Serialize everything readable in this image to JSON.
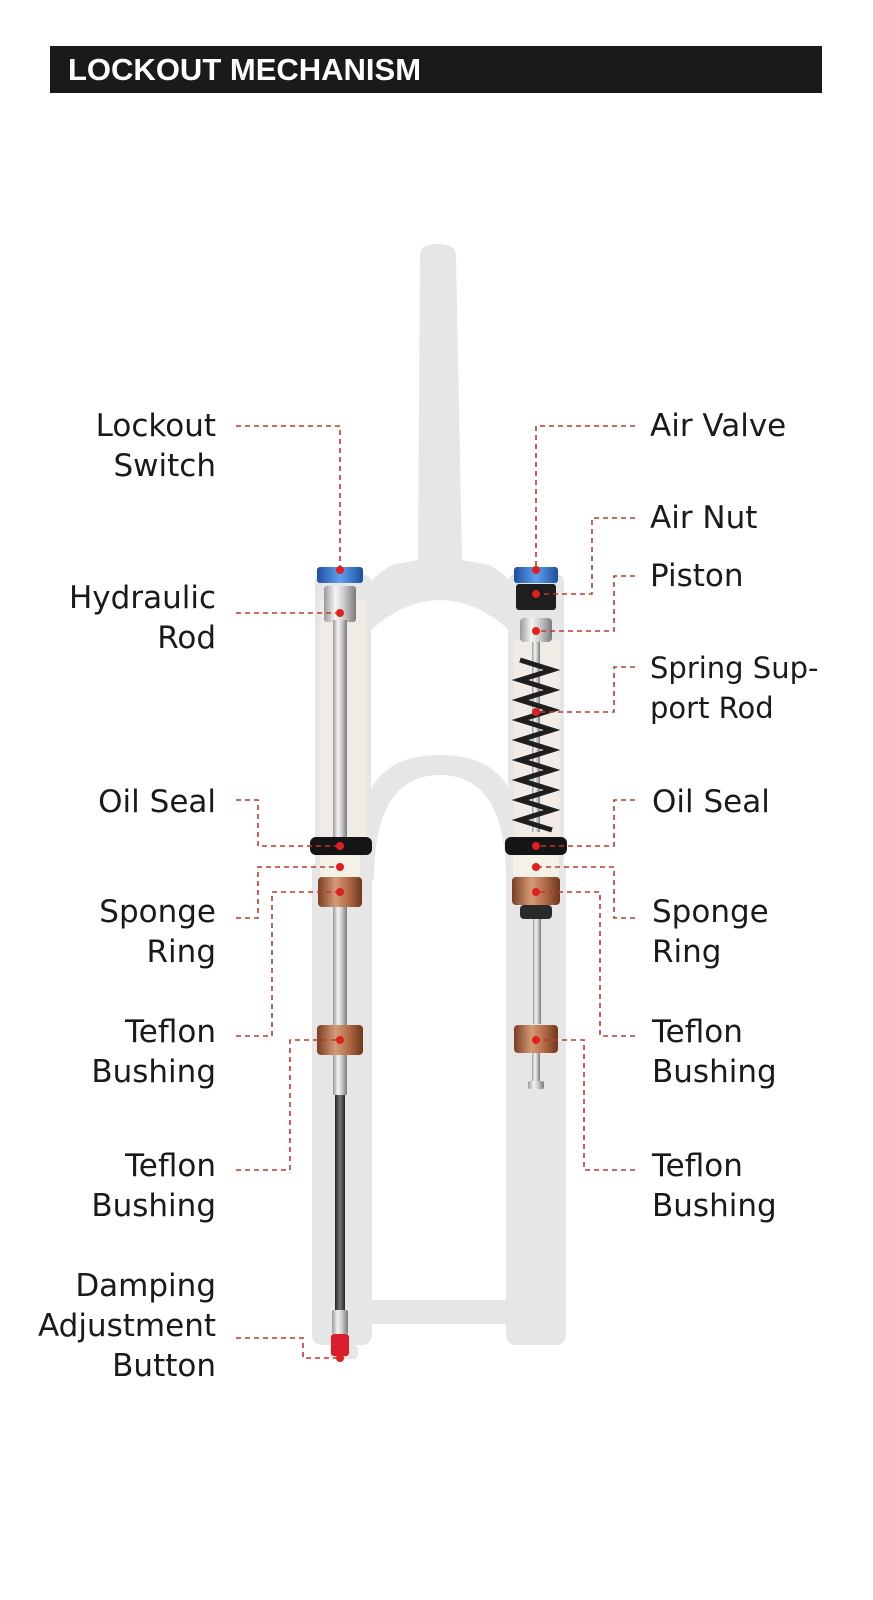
{
  "header": {
    "title": "LOCKOUT MECHANISM"
  },
  "callouts": {
    "left": {
      "lockout_switch": [
        "Lockout",
        "Switch"
      ],
      "hydraulic_rod": [
        "Hydraulic",
        "Rod"
      ],
      "oil_seal": [
        "Oil Seal"
      ],
      "sponge_ring": [
        "Sponge",
        "Ring"
      ],
      "teflon_bushing_upper": [
        "Teflon",
        "Bushing"
      ],
      "teflon_bushing_lower": [
        "Teflon",
        "Bushing"
      ],
      "damping_adjustment_button": [
        "Damping",
        "Adjustment",
        "Button"
      ]
    },
    "right": {
      "air_valve": [
        "Air Valve"
      ],
      "air_nut": [
        "Air Nut"
      ],
      "piston": [
        "Piston"
      ],
      "spring_support_rod": [
        "Spring Sup-",
        "port Rod"
      ],
      "oil_seal": [
        "Oil Seal"
      ],
      "sponge_ring": [
        "Sponge",
        "Ring"
      ],
      "teflon_bushing_upper": [
        "Teflon",
        "Bushing"
      ],
      "teflon_bushing_lower": [
        "Teflon",
        "Bushing"
      ]
    }
  },
  "colors": {
    "leader_line": "#c0392b",
    "marker_dot": "#e02020",
    "fork_ghost": "#e4e4e4",
    "bushing": "#b06a44",
    "knob_blue": "#2f6fd0",
    "header_bg": "#1a1a1a"
  }
}
